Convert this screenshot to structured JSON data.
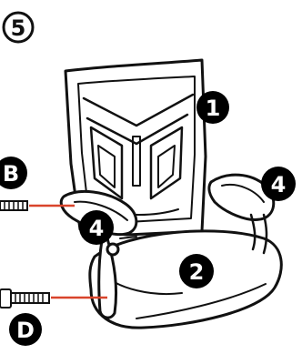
{
  "step": {
    "number": "5"
  },
  "callouts": {
    "backrest": "1",
    "seat": "2",
    "armrest_left": "4",
    "armrest_right": "4"
  },
  "fasteners": {
    "short_screw": "B",
    "long_screw": "D"
  },
  "colors": {
    "ink": "#111111",
    "badge_fill": "#000000",
    "badge_text": "#ffffff",
    "leader_line": "#d9442b",
    "background": "#ffffff"
  }
}
